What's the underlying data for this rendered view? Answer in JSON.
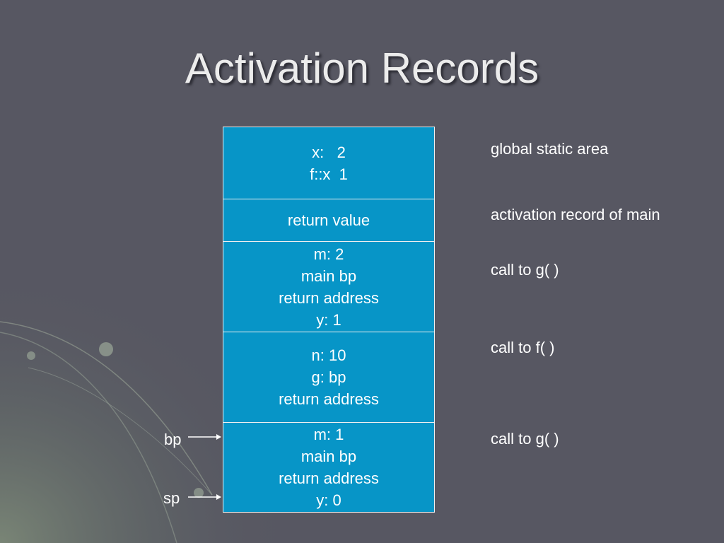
{
  "slide": {
    "title": "Activation Records"
  },
  "stack": [
    {
      "lines": [
        "x:   2",
        "f::x  1"
      ]
    },
    {
      "lines": [
        "return value"
      ]
    },
    {
      "lines": [
        "m: 2",
        "main bp",
        "return address",
        "y: 1"
      ]
    },
    {
      "lines": [
        "n: 10",
        "g: bp",
        "return address"
      ]
    },
    {
      "lines": [
        "m: 1",
        "main bp",
        "return address",
        "y: 0"
      ]
    }
  ],
  "labels": {
    "global": "global static area",
    "main": "activation record of main",
    "g_call_1": "call to g( )",
    "f_call": "call to f( )",
    "g_call_2": "call to g( )"
  },
  "pointers": {
    "bp": "bp",
    "sp": "sp"
  }
}
